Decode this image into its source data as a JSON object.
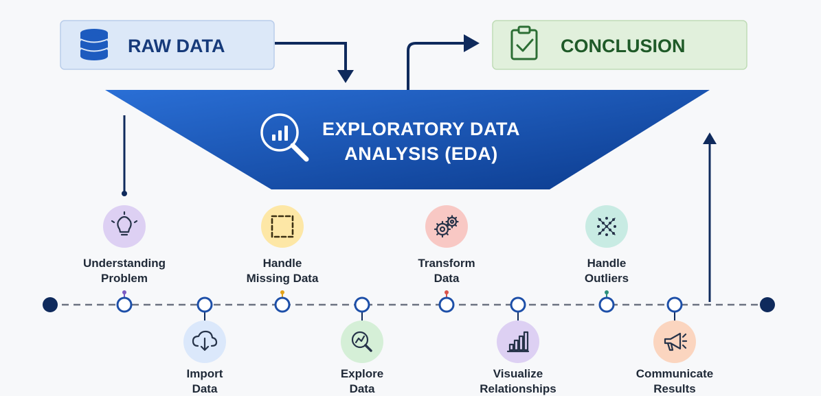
{
  "raw_data": {
    "label": "RAW DATA",
    "icon": "database-icon"
  },
  "conclusion": {
    "label": "CONCLUSION",
    "icon": "clipboard-check-icon"
  },
  "eda": {
    "line1": "EXPLORATORY DATA",
    "line2": "ANALYSIS (EDA)",
    "icon": "magnifier-chart-icon"
  },
  "steps": [
    {
      "line1": "Understanding",
      "line2": "Problem",
      "icon": "lightbulb-icon",
      "color": "#ddd0f3",
      "accent": "#7c5cc4"
    },
    {
      "line1": "Import",
      "line2": "Data",
      "icon": "cloud-download-icon",
      "color": "#dbe8fb",
      "accent": "#2f5fa8"
    },
    {
      "line1": "Handle",
      "line2": "Missing Data",
      "icon": "dashed-square-icon",
      "color": "#fde7a6",
      "accent": "#e3a21a"
    },
    {
      "line1": "Explore",
      "line2": "Data",
      "icon": "search-chart-icon",
      "color": "#d5efd7",
      "accent": "#2f7d3b"
    },
    {
      "line1": "Transform",
      "line2": "Data",
      "icon": "gears-icon",
      "color": "#f8c8c4",
      "accent": "#d9544b"
    },
    {
      "line1": "Visualize",
      "line2": "Relationships",
      "icon": "bar-chart-icon",
      "color": "#ddd0f3",
      "accent": "#5d3fb0"
    },
    {
      "line1": "Handle",
      "line2": "Outliers",
      "icon": "scatter-x-icon",
      "color": "#c8ebe3",
      "accent": "#2e8f7c"
    },
    {
      "line1": "Communicate",
      "line2": "Results",
      "icon": "megaphone-icon",
      "color": "#fbd5bf",
      "accent": "#e07a3d"
    }
  ]
}
